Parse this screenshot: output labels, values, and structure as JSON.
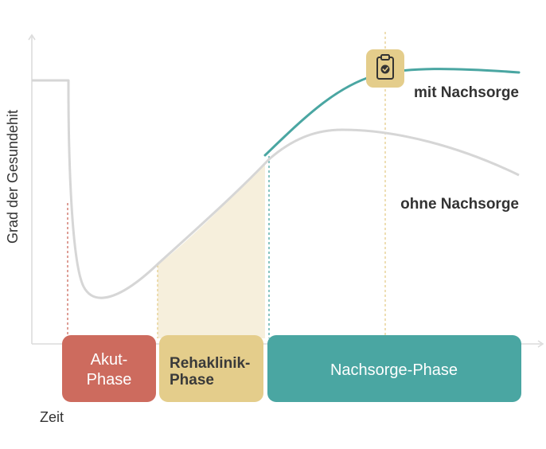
{
  "axes": {
    "y_label": "Grad der Gesundehit",
    "x_label": "Zeit"
  },
  "curves": {
    "with": {
      "label": "mit Nachsorge",
      "color": "#4aa6a2"
    },
    "without": {
      "label": "ohne Nachsorge",
      "color": "#d6d6d6"
    }
  },
  "phases": {
    "akut": {
      "line1": "Akut-",
      "line2": "Phase",
      "color": "#cd6b5e"
    },
    "reha": {
      "line1": "Rehaklinik-",
      "line2": "Phase",
      "color": "#e4cd8b"
    },
    "nachsorge": {
      "label": "Nachsorge-Phase",
      "color": "#4aa6a2"
    }
  },
  "icons": {
    "marker": "clipboard-check-icon",
    "marker_bg": "#e4cd8b"
  },
  "colors": {
    "axis": "#dcdcdc",
    "reha_fill": "#f6efdc",
    "akut_divider": "#cd6b5e",
    "reha_divider": "#e4cd8b",
    "nachsorge_divider": "#4aa6a2"
  }
}
